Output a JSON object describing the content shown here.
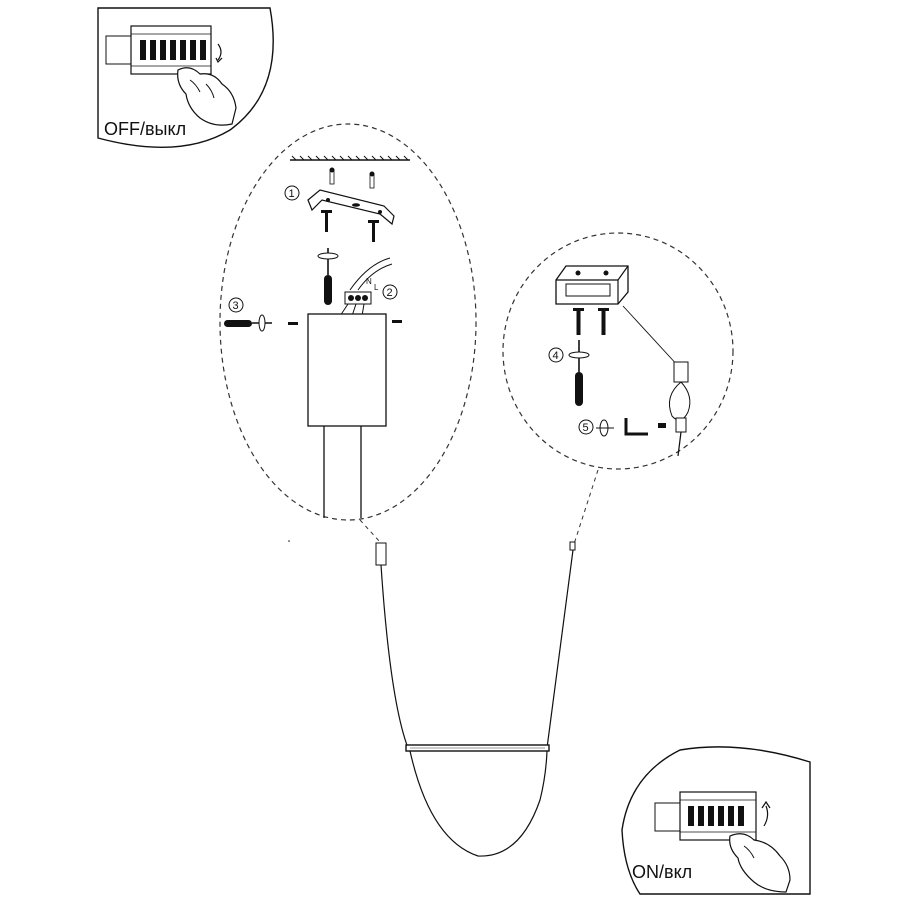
{
  "panels": {
    "breaker_off": {
      "label": "OFF/выкл"
    },
    "breaker_on": {
      "label": "ON/вкл"
    }
  },
  "steps": [
    {
      "id": 1,
      "label": "1"
    },
    {
      "id": 2,
      "label": "2"
    },
    {
      "id": 3,
      "label": "3"
    },
    {
      "id": 4,
      "label": "4"
    },
    {
      "id": 5,
      "label": "5"
    }
  ],
  "wire_labels": {
    "neutral": "N",
    "live": "L"
  },
  "colors": {
    "line": "#111111",
    "fill_light": "#ffffff",
    "dashed": "#333333"
  },
  "icons": [
    "hand-icon",
    "screwdriver-icon",
    "screw-icon",
    "bracket-icon",
    "terminal-block-icon",
    "hex-key-icon",
    "cable-clamp-icon"
  ]
}
